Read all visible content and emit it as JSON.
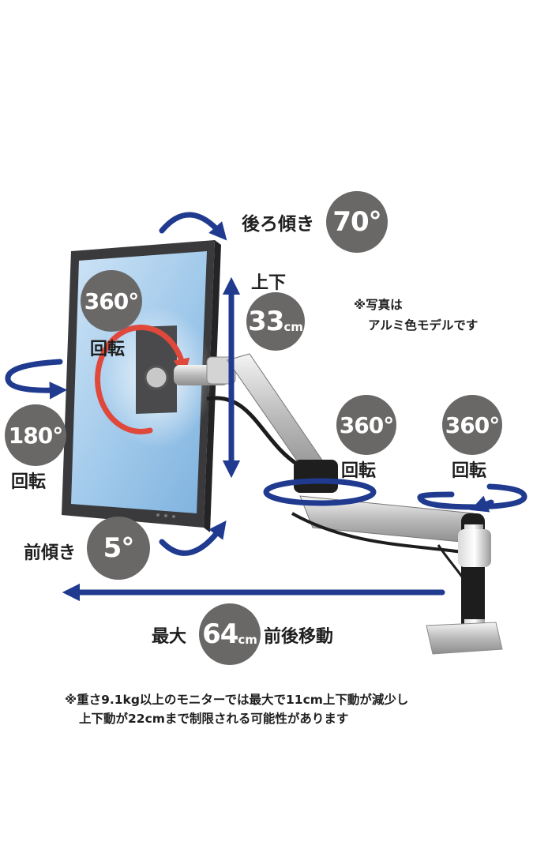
{
  "labels": {
    "tilt_back": "後ろ傾き",
    "tilt_back_value": "70°",
    "vertical": "上下",
    "vertical_value": "33",
    "vertical_unit": "cm",
    "photo_note_line1": "※写真は",
    "photo_note_line2": "アルミ色モデルです",
    "screen_rotate_value": "360°",
    "screen_rotate": "回転",
    "swivel_value": "180°",
    "swivel": "回転",
    "elbow_rotate_value": "360°",
    "elbow_rotate": "回転",
    "base_rotate_value": "360°",
    "base_rotate": "回転",
    "tilt_forward": "前傾き",
    "tilt_forward_value": "5°",
    "extension_prefix": "最大",
    "extension_value": "64",
    "extension_unit": "cm",
    "extension_suffix": "前後移動",
    "footnote_line1": "※重さ9.1kg以上のモニターでは最大で11cm上下動が減少し",
    "footnote_line2": "上下動が22cmまで制限される可能性があります"
  },
  "colors": {
    "arrow_blue": "#1f3a8f",
    "badge_gray": "#6a6867",
    "rotation_red": "#e0483c",
    "screen_blue": "#9fc8ea"
  }
}
